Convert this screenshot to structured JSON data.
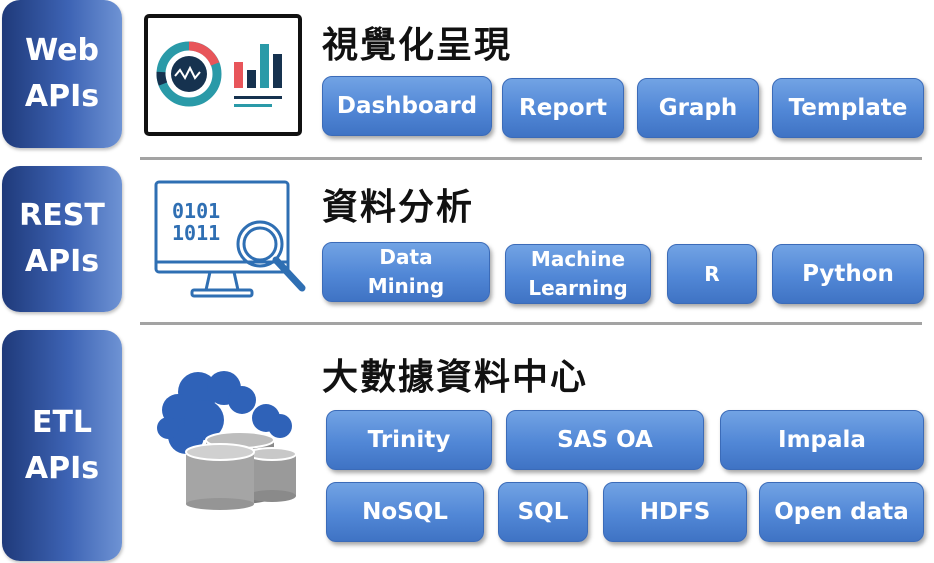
{
  "layers": [
    {
      "api_line1": "Web",
      "api_line2": "APIs",
      "title": "視覺化呈現",
      "icon": "dashboard-monitor-icon",
      "chips": [
        "Dashboard",
        "Report",
        "Graph",
        "Template"
      ]
    },
    {
      "api_line1": "REST",
      "api_line2": "APIs",
      "title": "資料分析",
      "icon": "data-analysis-magnifier-icon",
      "chips": [
        "Data Mining",
        "Machine Learning",
        "R",
        "Python"
      ],
      "chip_lines": {
        "data_mining": [
          "Data",
          "Mining"
        ],
        "machine_learning": [
          "Machine",
          "Learning"
        ]
      }
    },
    {
      "api_line1": "ETL",
      "api_line2": "APIs",
      "title": "大數據資料中心",
      "icon": "database-cloud-icon",
      "chips": [
        "Trinity",
        "SAS OA",
        "Impala",
        "NoSQL",
        "SQL",
        "HDFS",
        "Open data"
      ]
    }
  ],
  "colors": {
    "api_label_dark": "#1f3a7a",
    "api_label_light": "#6e93d4",
    "chip_top": "#72a3e4",
    "chip_bottom": "#3f73c4",
    "divider": "#a3a3a3"
  }
}
